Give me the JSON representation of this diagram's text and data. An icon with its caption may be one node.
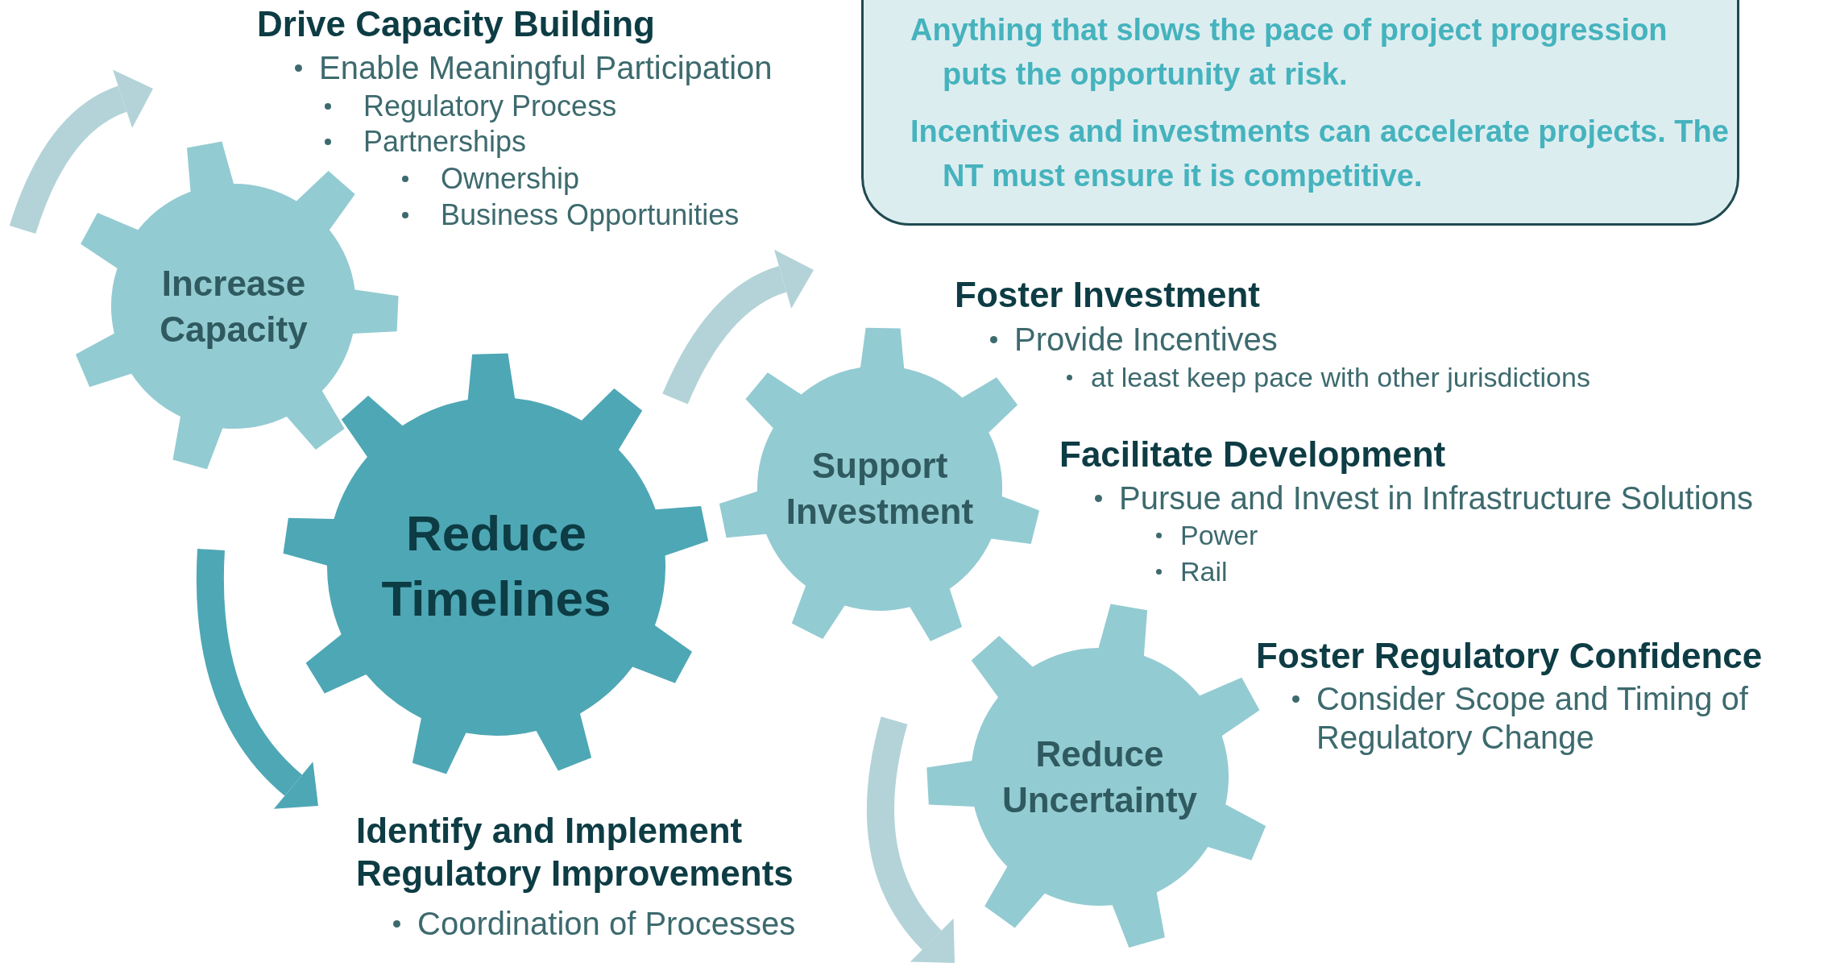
{
  "diagram": {
    "nodes": [
      {
        "text": [
          "Increase Capacity"
        ]
      },
      {
        "text": [
          "Reduce Timelines"
        ]
      },
      {
        "text": [
          "Support Investment"
        ]
      },
      {
        "text": [
          "Reduce Uncertainty"
        ]
      },
      {
        "text": [
          "Anything that slows the pace of project progression puts the opportunity at risk.",
          "Incentives and investments can accelerate projects. The NT must ensure it is competitive."
        ]
      }
    ],
    "labels": [
      "Drive Capacity Building",
      "Enable Meaningful Participation",
      "Regulatory Process",
      "Partnerships",
      "Ownership",
      "Business Opportunities",
      "Foster Investment",
      "Provide Incentives",
      "at least keep pace with other jurisdictions",
      "Facilitate Development",
      "Pursue and Invest in Infrastructure Solutions",
      "Power",
      "Rail",
      "Foster Regulatory Confidence",
      "Consider Scope and Timing of Regulatory Change",
      "Identify and Implement Regulatory Improvements",
      "Coordination of Processes"
    ]
  }
}
